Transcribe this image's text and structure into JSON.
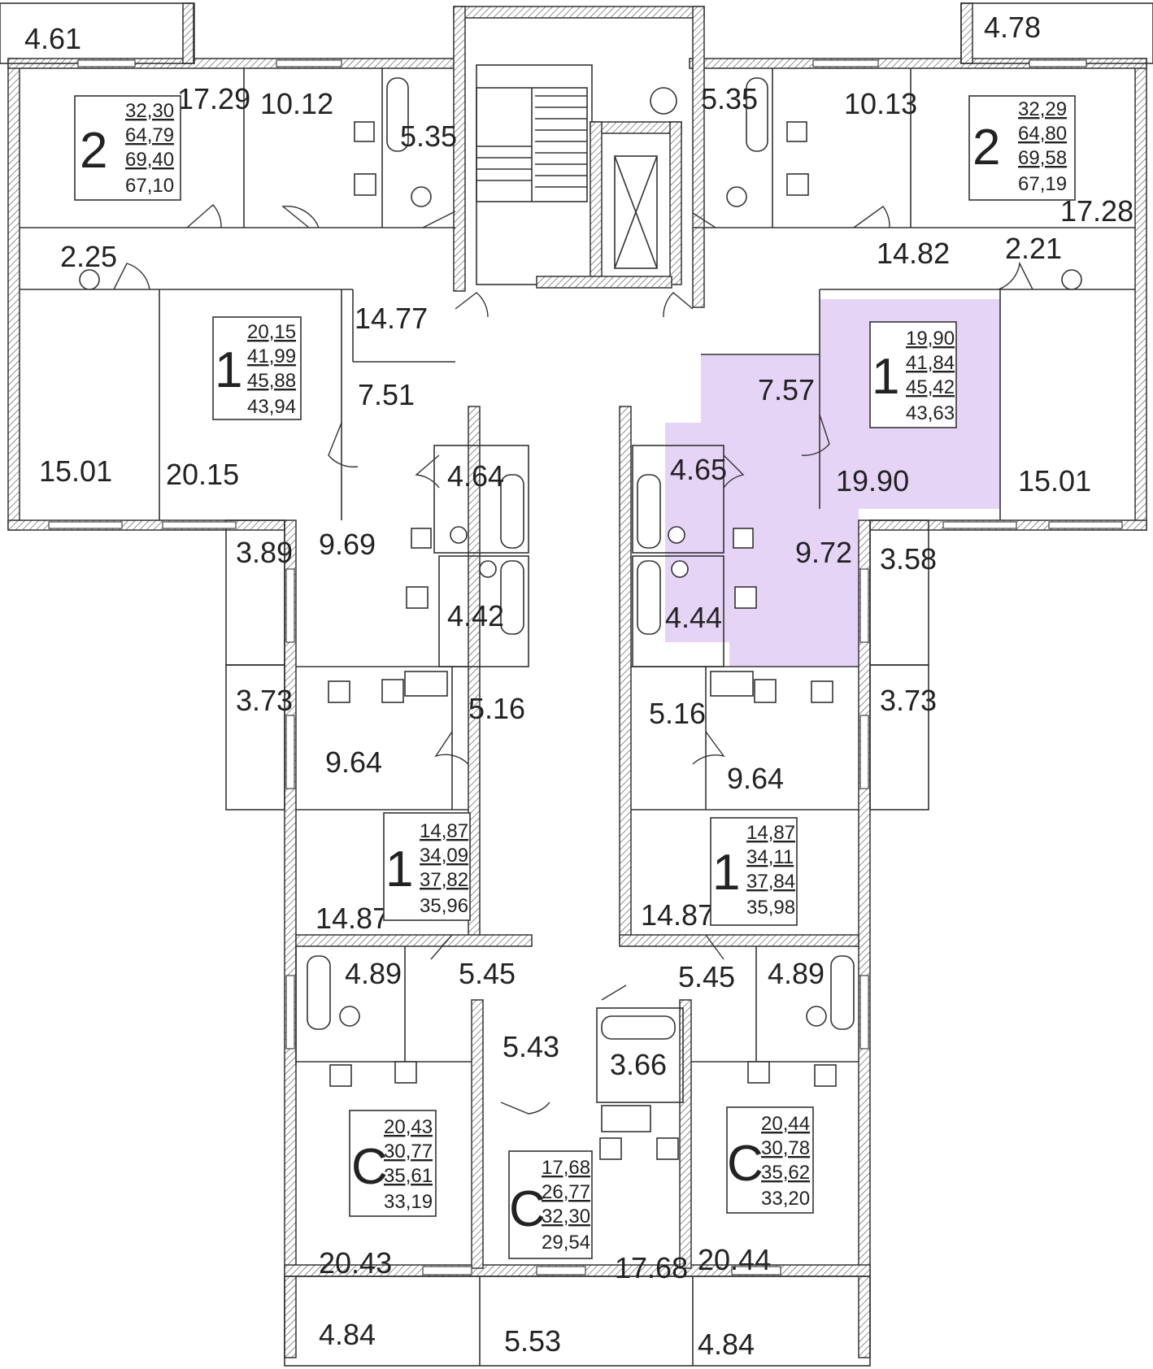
{
  "colors": {
    "highlight": "#e6d4f7",
    "wall": "#333333",
    "background": "#ffffff"
  },
  "room_areas": [
    "4.61",
    "4.78",
    "17.29",
    "10.12",
    "5.35",
    "5.35",
    "10.13",
    "2.25",
    "14.77",
    "2.21",
    "14.82",
    "17.28",
    "7.51",
    "7.57",
    "15.01",
    "20.15",
    "19.90",
    "15.01",
    "4.64",
    "4.65",
    "9.69",
    "3.89",
    "9.72",
    "3.58",
    "4.42",
    "4.44",
    "3.73",
    "5.16",
    "5.16",
    "3.73",
    "9.64",
    "9.64",
    "14.87",
    "14.87",
    "4.89",
    "5.45",
    "5.45",
    "4.89",
    "5.43",
    "3.66",
    "20.43",
    "17.68",
    "20.44",
    "4.84",
    "5.53",
    "4.84"
  ],
  "apartments": [
    {
      "type": "2",
      "values": [
        "32,30",
        "64,79",
        "69,40",
        "67,10"
      ]
    },
    {
      "type": "2",
      "values": [
        "32,29",
        "64,80",
        "69,58",
        "67,19"
      ]
    },
    {
      "type": "1",
      "values": [
        "20,15",
        "41,99",
        "45,88",
        "43,94"
      ]
    },
    {
      "type": "1",
      "values": [
        "19,90",
        "41,84",
        "45,42",
        "43,63"
      ]
    },
    {
      "type": "1",
      "values": [
        "14,87",
        "34,09",
        "37,82",
        "35,96"
      ]
    },
    {
      "type": "1",
      "values": [
        "14,87",
        "34,11",
        "37,84",
        "35,98"
      ]
    },
    {
      "type": "С",
      "values": [
        "20,43",
        "30,77",
        "35,61",
        "33,19"
      ]
    },
    {
      "type": "С",
      "values": [
        "17,68",
        "26,77",
        "32,30",
        "29,54"
      ]
    },
    {
      "type": "С",
      "values": [
        "20,44",
        "30,78",
        "35,62",
        "33,20"
      ]
    }
  ]
}
